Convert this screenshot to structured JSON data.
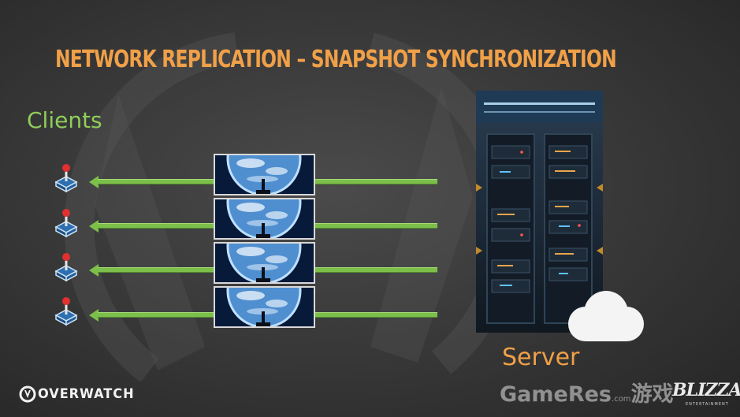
{
  "title": "NETWORK REPLICATION – SNAPSHOT SYNCHRONIZATION",
  "clients_label": "Clients",
  "server_label": "Server",
  "footer": {
    "brand": "OVERWATCH",
    "watermark_main": "GameRes",
    "watermark_suffix": ".com",
    "watermark_cn": "游戏",
    "publisher": "BLIZZARD",
    "publisher_sub": "ENTERTAINMENT"
  },
  "colors": {
    "title": "#f0a048",
    "clients_label": "#8fce5a",
    "arrow": "#7cbf4a",
    "server_label": "#f0a048"
  },
  "icons": {
    "client": "joystick-icon",
    "server": "server-rack-icon",
    "cloud": "cloud-icon",
    "snapshot": "earth-snapshot-image"
  }
}
